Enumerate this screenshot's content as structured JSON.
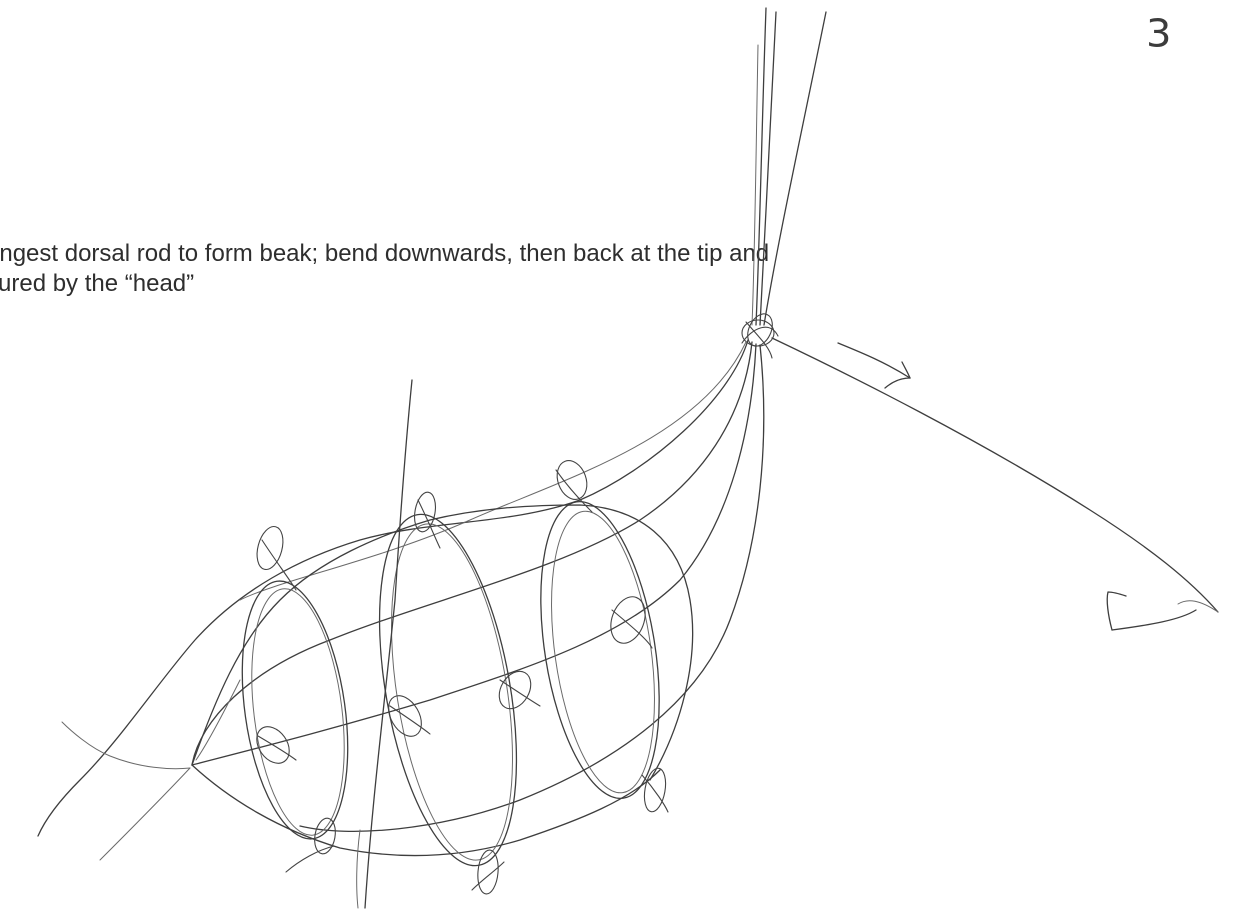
{
  "page": {
    "number": "3"
  },
  "instruction": {
    "line1": "ongest dorsal rod to form beak;  bend downwards, then back at the tip and",
    "line2": "cured by the “head”"
  },
  "sketch": {
    "icon": "basket-frame-sketch",
    "stroke_color": "#3e3e3e"
  }
}
